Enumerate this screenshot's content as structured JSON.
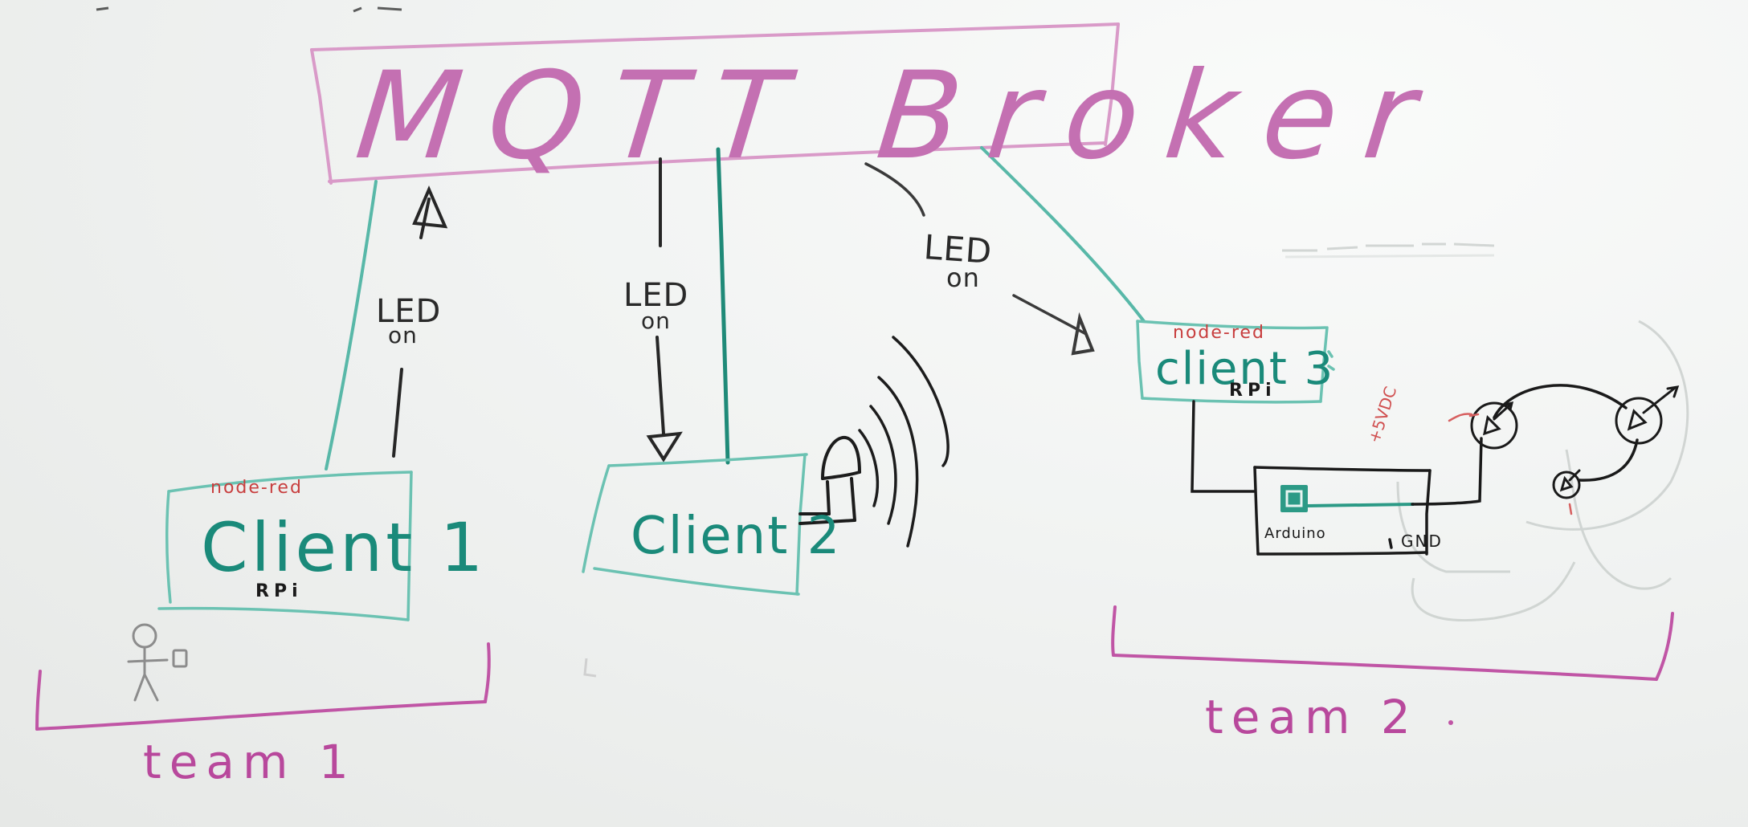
{
  "diagram": {
    "title": "MQTT Broker",
    "nodes": {
      "client1": {
        "label": "Client 1",
        "tag": "node-red",
        "device": "RPi"
      },
      "client2": {
        "label": "Client 2"
      },
      "client3": {
        "label": "client 3",
        "tag": "node-red",
        "device": "RPi"
      },
      "arduino": {
        "label": "Arduino"
      }
    },
    "messages": {
      "publish": {
        "line1": "LED",
        "line2": "on"
      },
      "subscribe2": {
        "line1": "LED",
        "line2": "on"
      },
      "subscribe3": {
        "line1": "LED",
        "line2": "on"
      }
    },
    "wiring": {
      "power": "+5VDC",
      "ground": "GND"
    },
    "groups": {
      "team1": "team 1",
      "team2": "team 2"
    }
  },
  "colors": {
    "broker": "#c470b2",
    "client": "#1a8a7a",
    "team": "#b8489c",
    "message": "#2a2a2a",
    "node_red": "#c83e3e"
  }
}
